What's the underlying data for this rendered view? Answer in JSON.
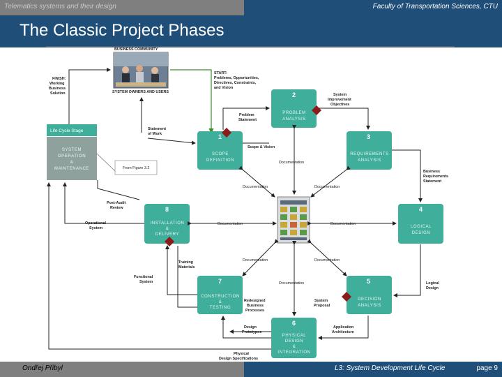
{
  "header": {
    "left_text": "Telematics systems and their design",
    "right_text": "Faculty of Transportation Sciences, CTU"
  },
  "slide": {
    "title": "The Classic Project Phases"
  },
  "footer": {
    "author": "Ondřej Přibyl",
    "course": "L3: System Development Life Cycle",
    "page": "page 9"
  },
  "diagram": {
    "business_community": "BUSINESS COMMUNITY",
    "owners_users": "SYSTEM OWNERS AND USERS",
    "finish": [
      "FINISH:",
      "Working",
      "Business",
      "Solution"
    ],
    "start": [
      "START:",
      "Problems, Opportunities,",
      "Directives, Constraints,",
      "and Vision"
    ],
    "lifecycle_stage": "Life Cycle Stage",
    "operation": [
      "SYSTEM",
      "OPERATION",
      "&",
      "MAINTENANCE"
    ],
    "from_figure": "From Figure 3.2",
    "phases": [
      {
        "num": "1",
        "lines": [
          "SCOPE",
          "DEFINITION"
        ]
      },
      {
        "num": "2",
        "lines": [
          "PROBLEM",
          "ANALYSIS"
        ]
      },
      {
        "num": "3",
        "lines": [
          "REQUIREMENTS",
          "ANALYSIS"
        ]
      },
      {
        "num": "4",
        "lines": [
          "LOGICAL",
          "DESIGN"
        ]
      },
      {
        "num": "5",
        "lines": [
          "DECISION",
          "ANALYSIS"
        ]
      },
      {
        "num": "6",
        "lines": [
          "PHYSICAL",
          "DESIGN",
          "&",
          "INTEGRATION"
        ]
      },
      {
        "num": "7",
        "lines": [
          "CONSTRUCTION",
          "&",
          "TESTING"
        ]
      },
      {
        "num": "8",
        "lines": [
          "INSTALLATION",
          "&",
          "DELIVERY"
        ]
      }
    ],
    "labels": {
      "statement_of_work": [
        "Statement",
        "of Work"
      ],
      "problem_statement": [
        "Problem",
        "Statement"
      ],
      "improvement_objectives": [
        "System",
        "Improvement",
        "Objectives"
      ],
      "scope_vision": "Scope & Vision",
      "documentation": "Documentation",
      "business_requirements": [
        "Business",
        "Requirements",
        "Statement"
      ],
      "logical_design": [
        "Logical",
        "Design"
      ],
      "system_proposal": [
        "System",
        "Proposal"
      ],
      "application_architecture": [
        "Application",
        "Architecture"
      ],
      "design_prototypes": [
        "Design",
        "Prototypes"
      ],
      "physical_specs": [
        "Physical",
        "Design Specifications"
      ],
      "redesigned_processes": [
        "Redesigned",
        "Business",
        "Processes"
      ],
      "functional_system": [
        "Functional",
        "System"
      ],
      "training_materials": [
        "Training",
        "Materials"
      ],
      "operational_system": [
        "Operational",
        "System"
      ],
      "post_audit": [
        "Post-Audit",
        "Review"
      ]
    },
    "colors": {
      "phase": "#3fae9b",
      "diamond": "#8b1a1a",
      "arrow": "#222222",
      "green_arrow": "#3a8a2a"
    }
  }
}
